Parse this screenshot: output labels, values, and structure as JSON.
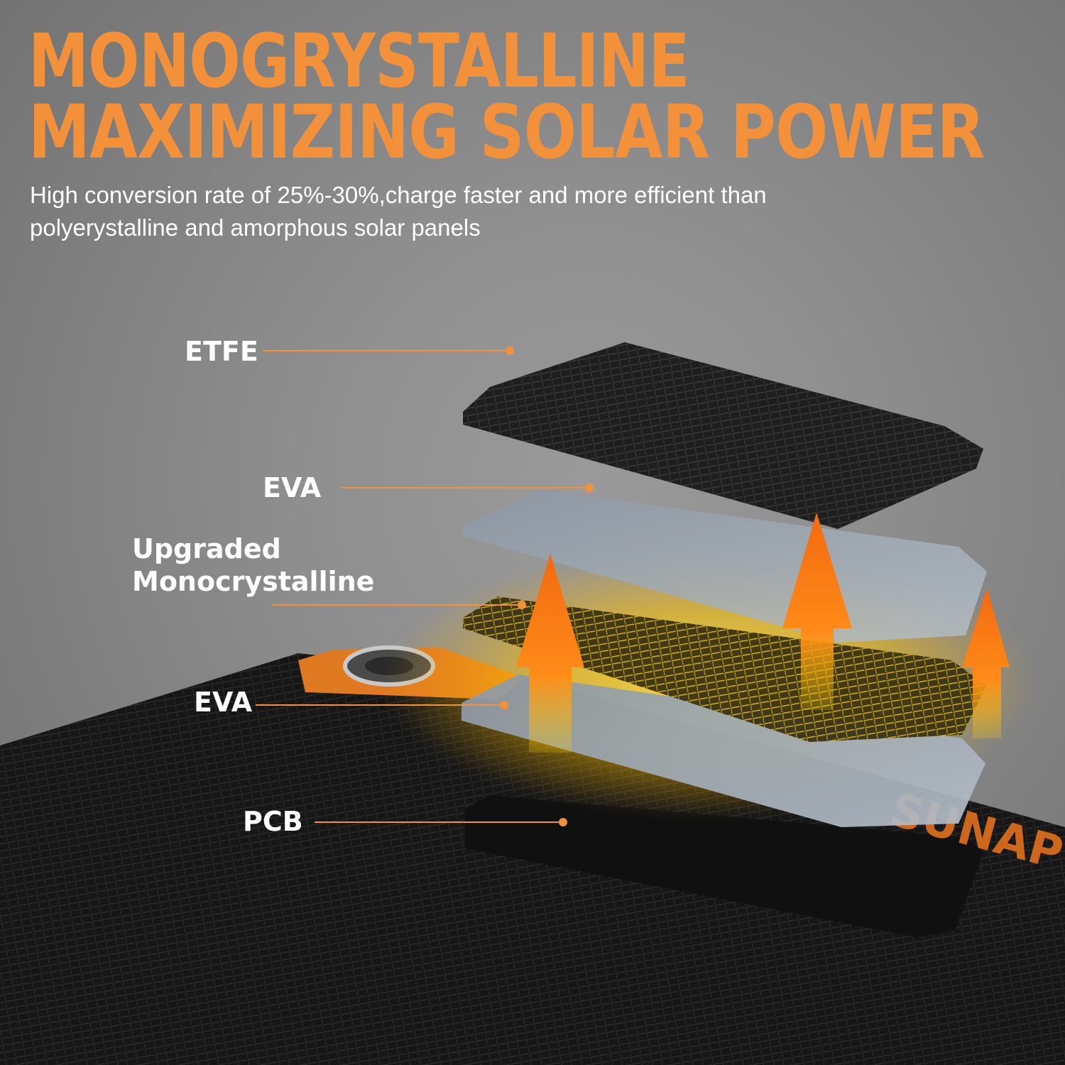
{
  "headline": {
    "line1": "MONOGRYSTALLINE",
    "line2": "MAXIMIZING SOLAR POWER"
  },
  "description": {
    "line1": "High conversion rate of 25%-30%,charge faster and more efficient than",
    "line2": "polyerystalline and amorphous solar panels"
  },
  "layers": {
    "etfe": "ETFE",
    "eva_top": "EVA",
    "cell_line1": "Upgraded",
    "cell_line2": "Monocrystalline",
    "eva_bottom": "EVA",
    "pcb": "PCB"
  },
  "brand_watermark": "SUNAP",
  "colors": {
    "accent": "#f2913a",
    "text": "#ffffff",
    "panel_dark": "#1c1c1c",
    "glow": "#ffd21a"
  }
}
